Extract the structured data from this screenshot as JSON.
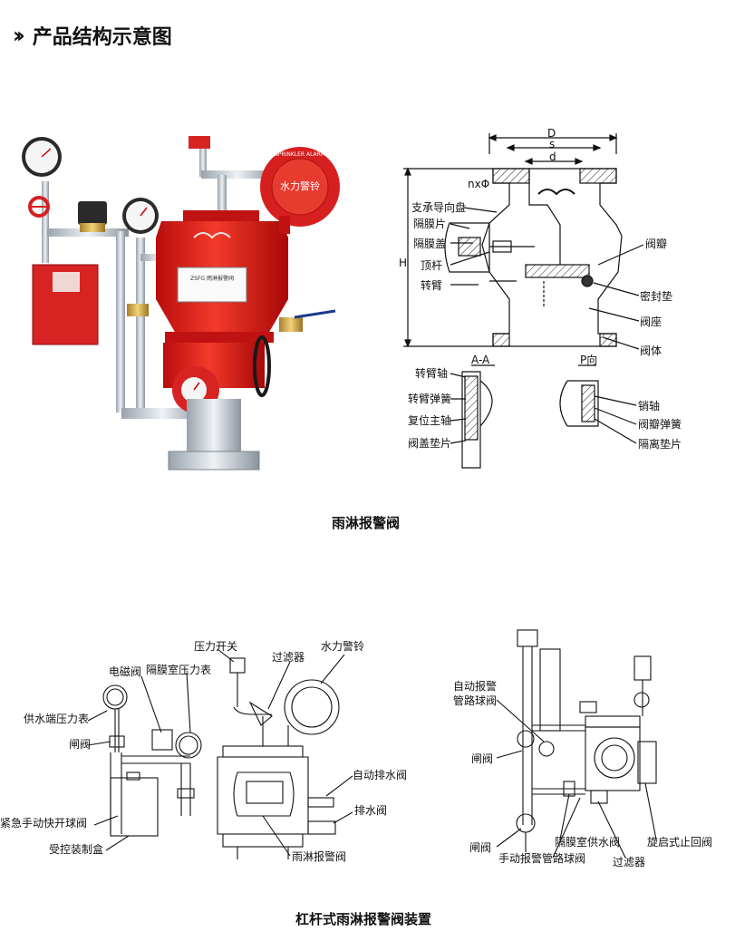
{
  "header": {
    "title": "产品结构示意图"
  },
  "photo": {
    "bell_text": "水力警铃",
    "bell_ring_text": "SPRINKLER ALARM"
  },
  "section_view": {
    "dims": {
      "D": "D",
      "s": "s",
      "d": "d",
      "n": "nxΦ",
      "H": "H"
    },
    "left_labels": [
      "支承导向盘",
      "隔膜片",
      "隔膜盖",
      "顶杆",
      "转臂"
    ],
    "right_labels": [
      "阀瓣",
      "密封垫",
      "阀座",
      "阀体"
    ],
    "aa_title": "A-A",
    "p_title": "P向",
    "aa_labels": [
      "转臂轴",
      "转臂弹簧",
      "复位主轴",
      "阀盖垫片"
    ],
    "p_labels": [
      "销轴",
      "阀瓣弹簧",
      "隔离垫片"
    ]
  },
  "caption1": "雨淋报警阀",
  "bottom_left": {
    "labels": {
      "pressure_switch": "压力开关",
      "filter": "过滤器",
      "water_bell": "水力警铃",
      "solenoid": "电磁阀",
      "diaphragm_gauge": "隔膜室压力表",
      "supply_gauge": "供水端压力表",
      "gate_valve": "闸阀",
      "auto_drain": "自动排水阀",
      "drain_valve": "排水阀",
      "emergency_ball": "紧急手动快开球阀",
      "control_box": "受控装制盒",
      "deluge_valve": "雨淋报警阀"
    }
  },
  "bottom_right": {
    "labels": {
      "auto_alarm_1": "自动报警",
      "auto_alarm_2": "管路球阀",
      "gate_1": "闸阀",
      "gate_2": "闸阀",
      "diaphragm_supply": "隔膜室供水阀",
      "manual_alarm": "手动报警管路球阀",
      "filter": "过滤器",
      "check_valve": "旋启式止回阀"
    }
  },
  "caption2": "杠杆式雨淋报警阀装置"
}
